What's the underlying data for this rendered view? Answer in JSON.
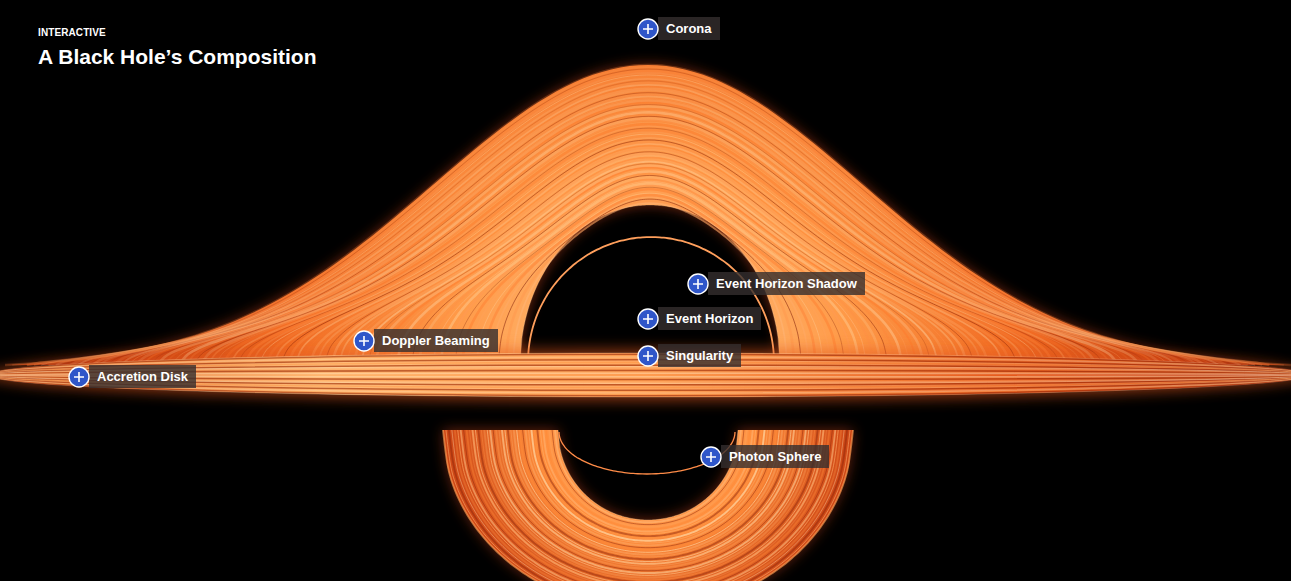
{
  "diagram": {
    "title": "A Black Hole’s Composition",
    "nodes": [
      {
        "text": [
          "Corona"
        ]
      },
      {
        "text": [
          "Event Horizon Shadow"
        ]
      },
      {
        "text": [
          "Event Horizon"
        ]
      },
      {
        "text": [
          "Doppler Beaming"
        ]
      },
      {
        "text": [
          "Singularity"
        ]
      },
      {
        "text": [
          "Accretion Disk"
        ]
      },
      {
        "text": [
          "Photon Sphere"
        ]
      }
    ],
    "labels": [
      "INTERACTIVE"
    ]
  }
}
